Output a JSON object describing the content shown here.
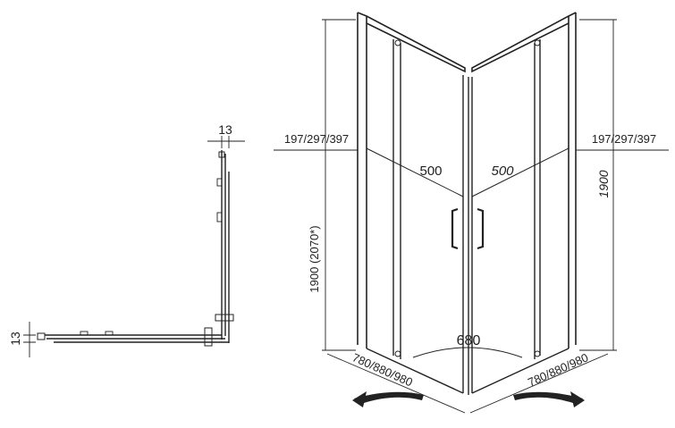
{
  "plan_view": {
    "top_thickness": "13",
    "side_thickness": "13"
  },
  "elevation": {
    "left_offset": "197/297/397",
    "right_offset": "197/297/397",
    "left_door_opening": "500",
    "right_door_opening": "500",
    "height_left": "1900 (2070*)",
    "height_right": "1900",
    "entry_width": "680",
    "left_width": "780/880/980",
    "right_width": "780/880/980"
  },
  "colors": {
    "line": "#222222",
    "background": "#ffffff"
  }
}
